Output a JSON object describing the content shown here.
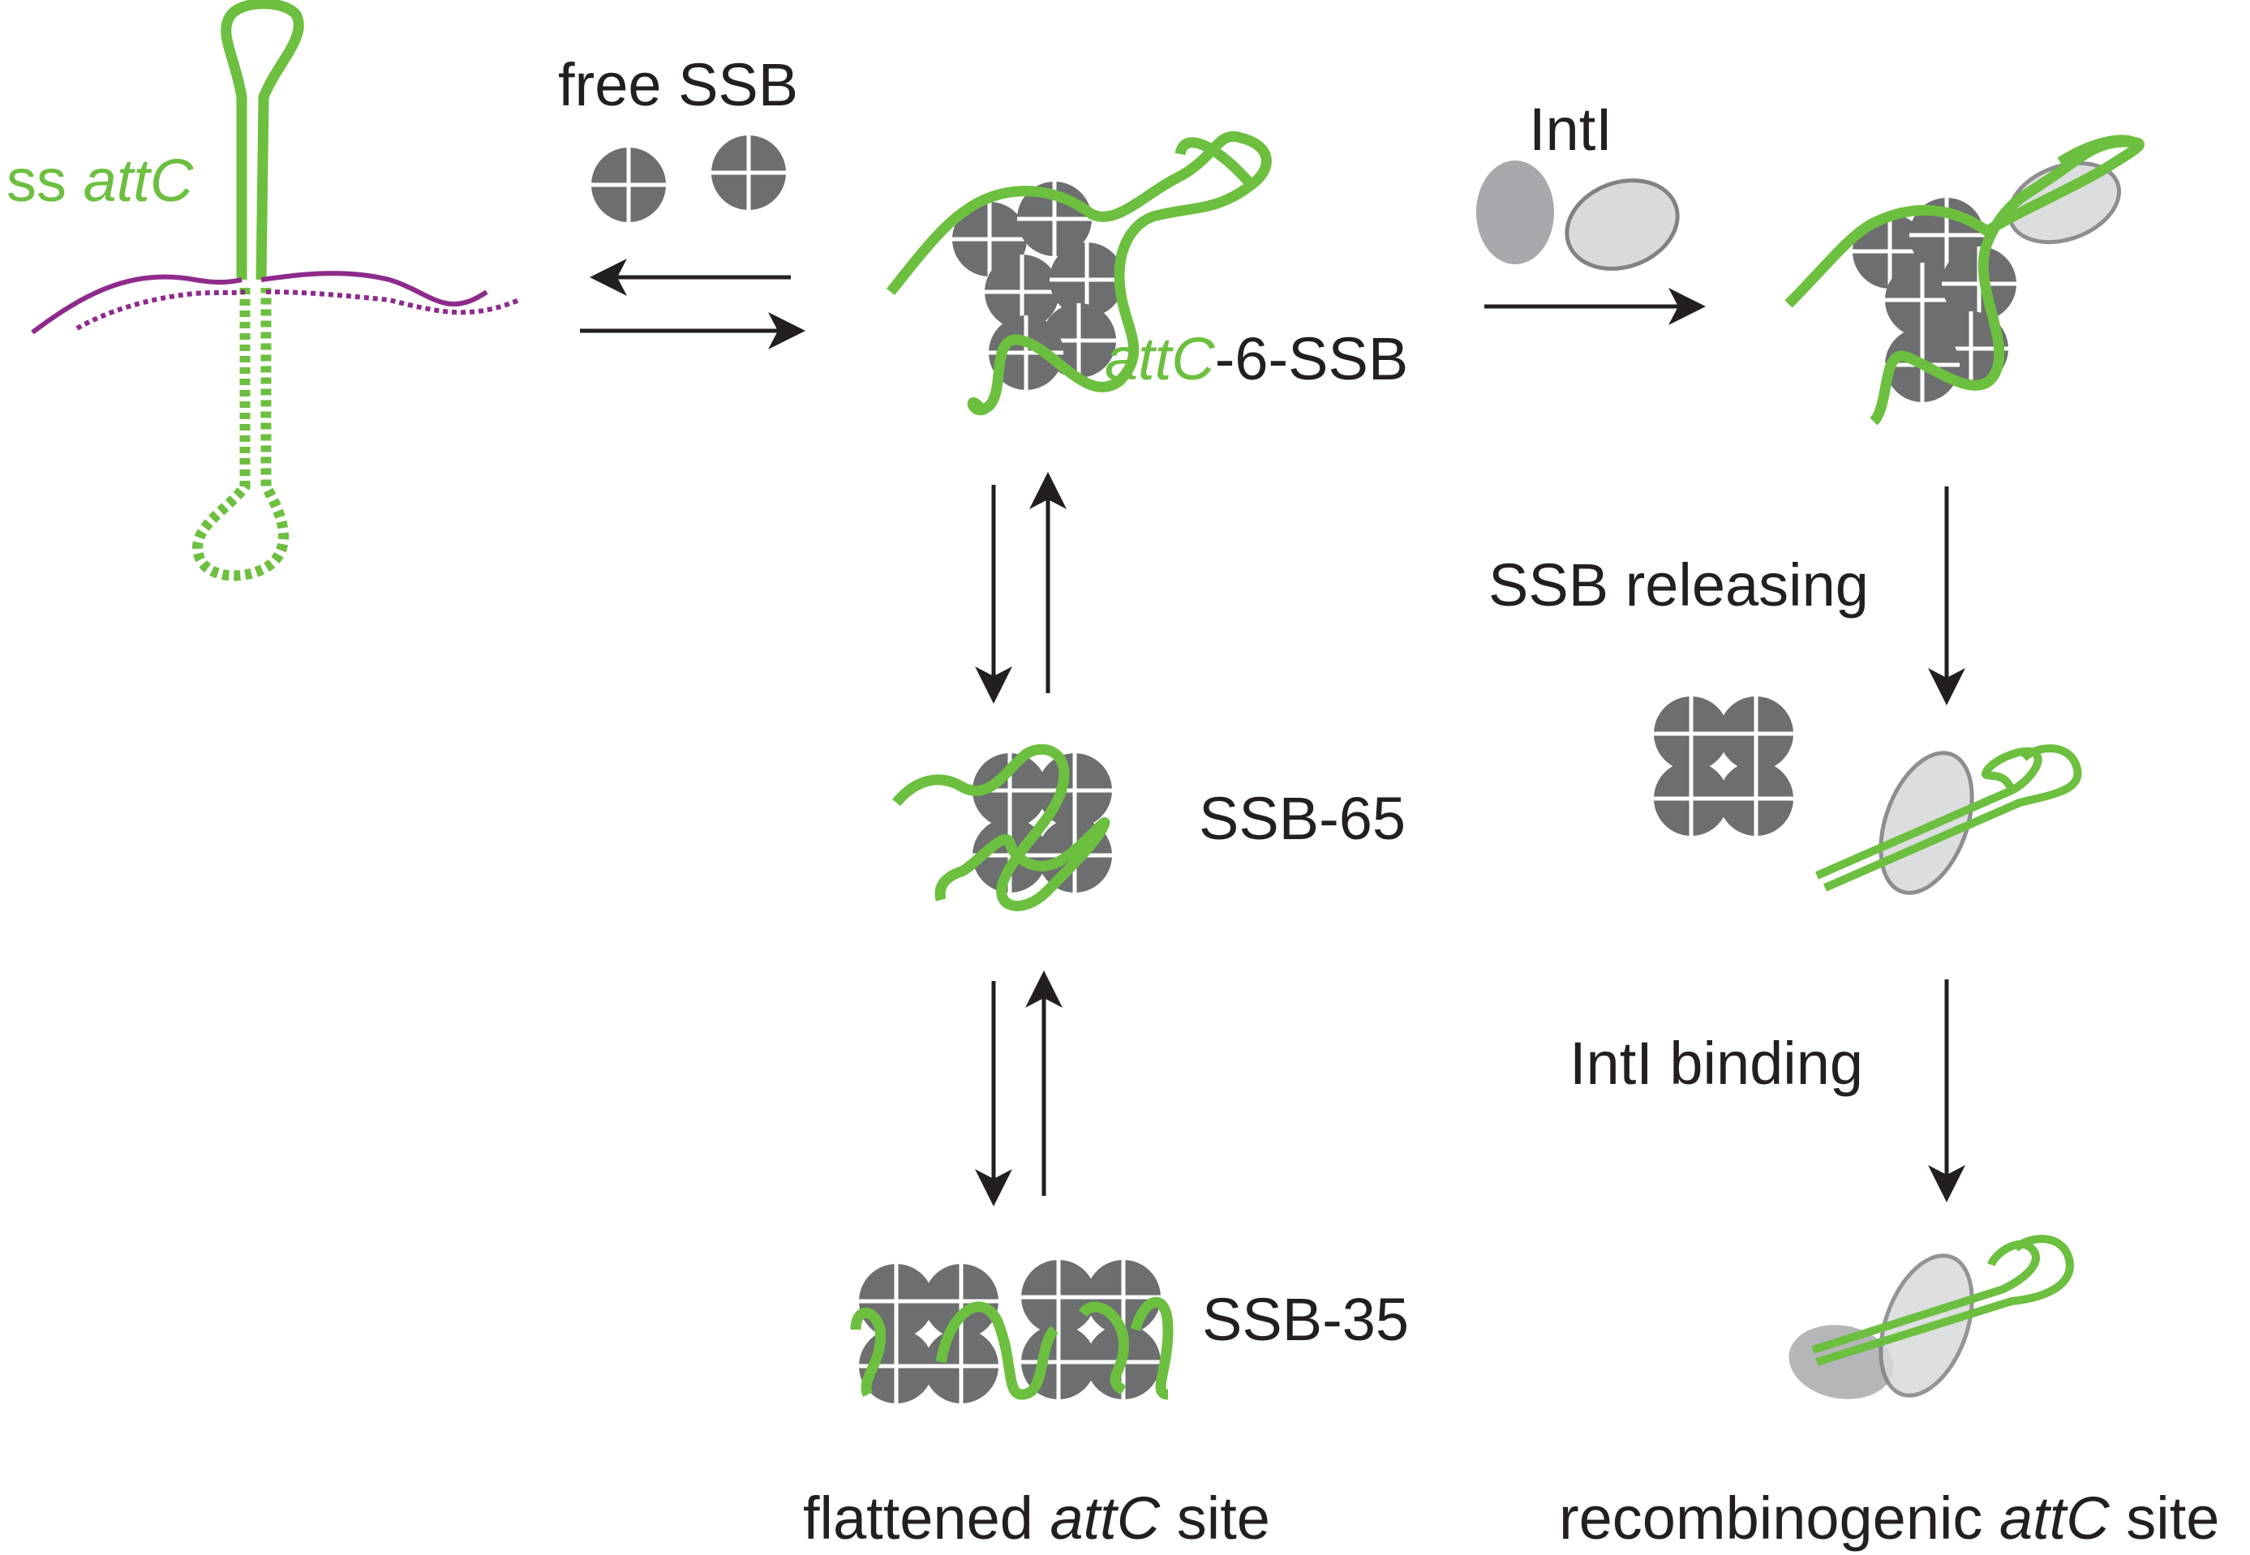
{
  "colors": {
    "dna_green": "#6cbf3f",
    "dna_purple": "#8e2a8c",
    "ssb_gray": "#6d6e70",
    "inti_dark": "#a7a9ac",
    "inti_light": "#d9dadb",
    "arrow": "#231f20",
    "text": "#231f20"
  },
  "labels": {
    "ss_attc_prefix": "ss ",
    "ss_attc_italic": "attC",
    "free_ssb": "free SSB",
    "inti_top": "IntI",
    "attc6ssb_italic": "attC",
    "attc6ssb_suffix": "-6-SSB",
    "ssb65": "SSB-65",
    "ssb35": "SSB-35",
    "ssb_releasing": "SSB releasing",
    "inti_binding": "IntI binding",
    "flattened_prefix": "flattened ",
    "flattened_italic": "attC",
    "flattened_suffix": " site",
    "recomb_prefix": "recombinogenic ",
    "recomb_italic": "attC",
    "recomb_suffix": " site"
  },
  "icons": [
    "ssb-tetramer-icon",
    "integrase-intI-icon",
    "ssDNA-hairpin-icon",
    "equilibrium-arrow-icon",
    "reaction-arrow-icon"
  ]
}
